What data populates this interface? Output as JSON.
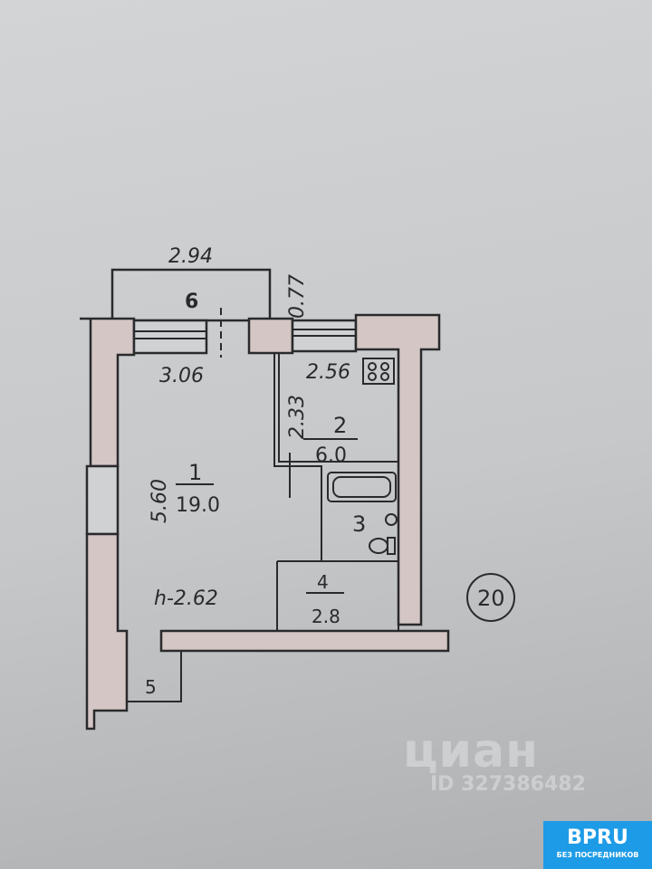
{
  "plan": {
    "rooms": [
      {
        "number": "1",
        "area": "19.0"
      },
      {
        "number": "2",
        "area": "6.0"
      },
      {
        "number": "3"
      },
      {
        "number": "4",
        "area": "2.8"
      },
      {
        "number": "5"
      },
      {
        "number": "6"
      }
    ],
    "dimensions": {
      "balcony_width": "2.94",
      "balcony_depth": "0.77",
      "room1_width": "3.06",
      "room1_length": "5.60",
      "kitchen_width": "2.56",
      "kitchen_length": "2.33",
      "ceiling_height": "h-2.62"
    },
    "apartment_number": "20"
  },
  "watermark": {
    "brand": "циан",
    "id": "ID 327386482"
  },
  "badge": {
    "title": "BPRU",
    "subtitle": "БЕЗ ПОСРЕДНИКОВ"
  },
  "colors": {
    "wall_fill": "#d3c6c4",
    "line": "#2a2a2c",
    "badge": "#1e9be6"
  }
}
